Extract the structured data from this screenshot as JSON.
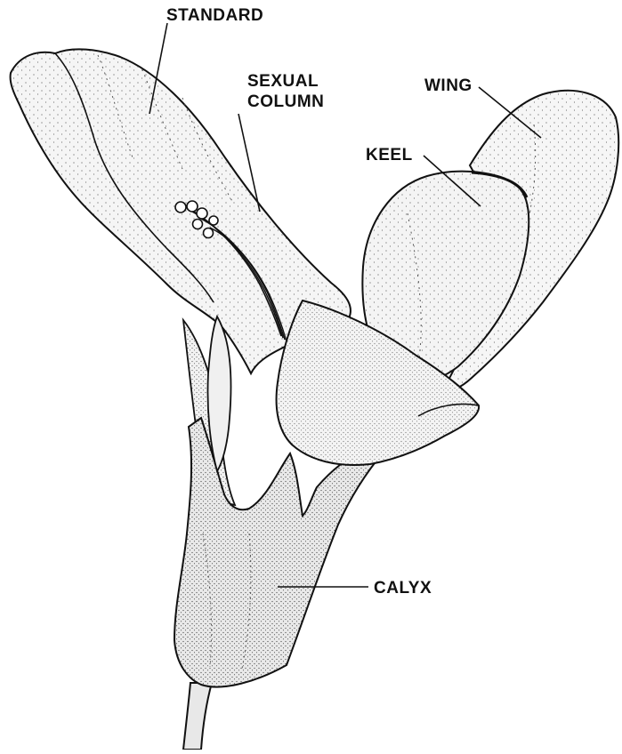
{
  "figure": {
    "labels": {
      "standard": "STANDARD",
      "sexual_column_line1": "SEXUAL",
      "sexual_column_line2": "COLUMN",
      "wing": "WING",
      "keel": "KEEL",
      "calyx": "CALYX"
    }
  },
  "colors": {
    "ink": "#111111",
    "background": "#ffffff",
    "petal_fill": "#f3f3f3",
    "calyx_fill": "#e4e4e4"
  }
}
